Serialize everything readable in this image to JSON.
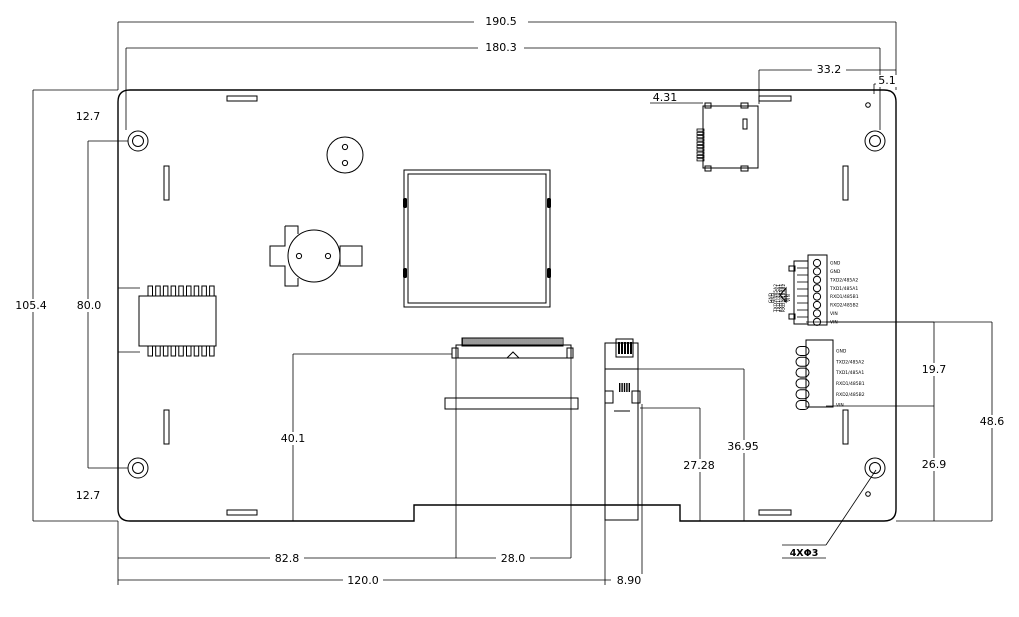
{
  "dimensions": {
    "overall_width": "190.5",
    "hole_spacing_x": "180.3",
    "connector_offset": "33.2",
    "right_margin": "5.1",
    "connector_small": "4.31",
    "hole_edge_top": "12.7",
    "hole_edge_bottom": "12.7",
    "overall_height": "105.4",
    "hole_spacing_y": "80.0",
    "fpc_height": "40.1",
    "lower_conn_a": "36.95",
    "lower_conn_b": "27.28",
    "right_conn_upper": "19.7",
    "right_conn_lower": "26.9",
    "right_conn_total": "48.6",
    "fpc_offset": "82.8",
    "fpc_width": "28.0",
    "usb_offset": "120.0",
    "usb_width": "8.90"
  },
  "hole_callout": "4XΦ3",
  "connector_pins": [
    "GND",
    "GND",
    "TXD2/485A2",
    "TXD1/485A1",
    "RXD1/485B1",
    "RXD2/485B2",
    "VIN",
    "VIN"
  ],
  "terminal_pins": [
    "GND",
    "TXD2/485A2",
    "TXD1/485A1",
    "RXD1/485B1",
    "RXD2/485B2",
    "VIN"
  ]
}
